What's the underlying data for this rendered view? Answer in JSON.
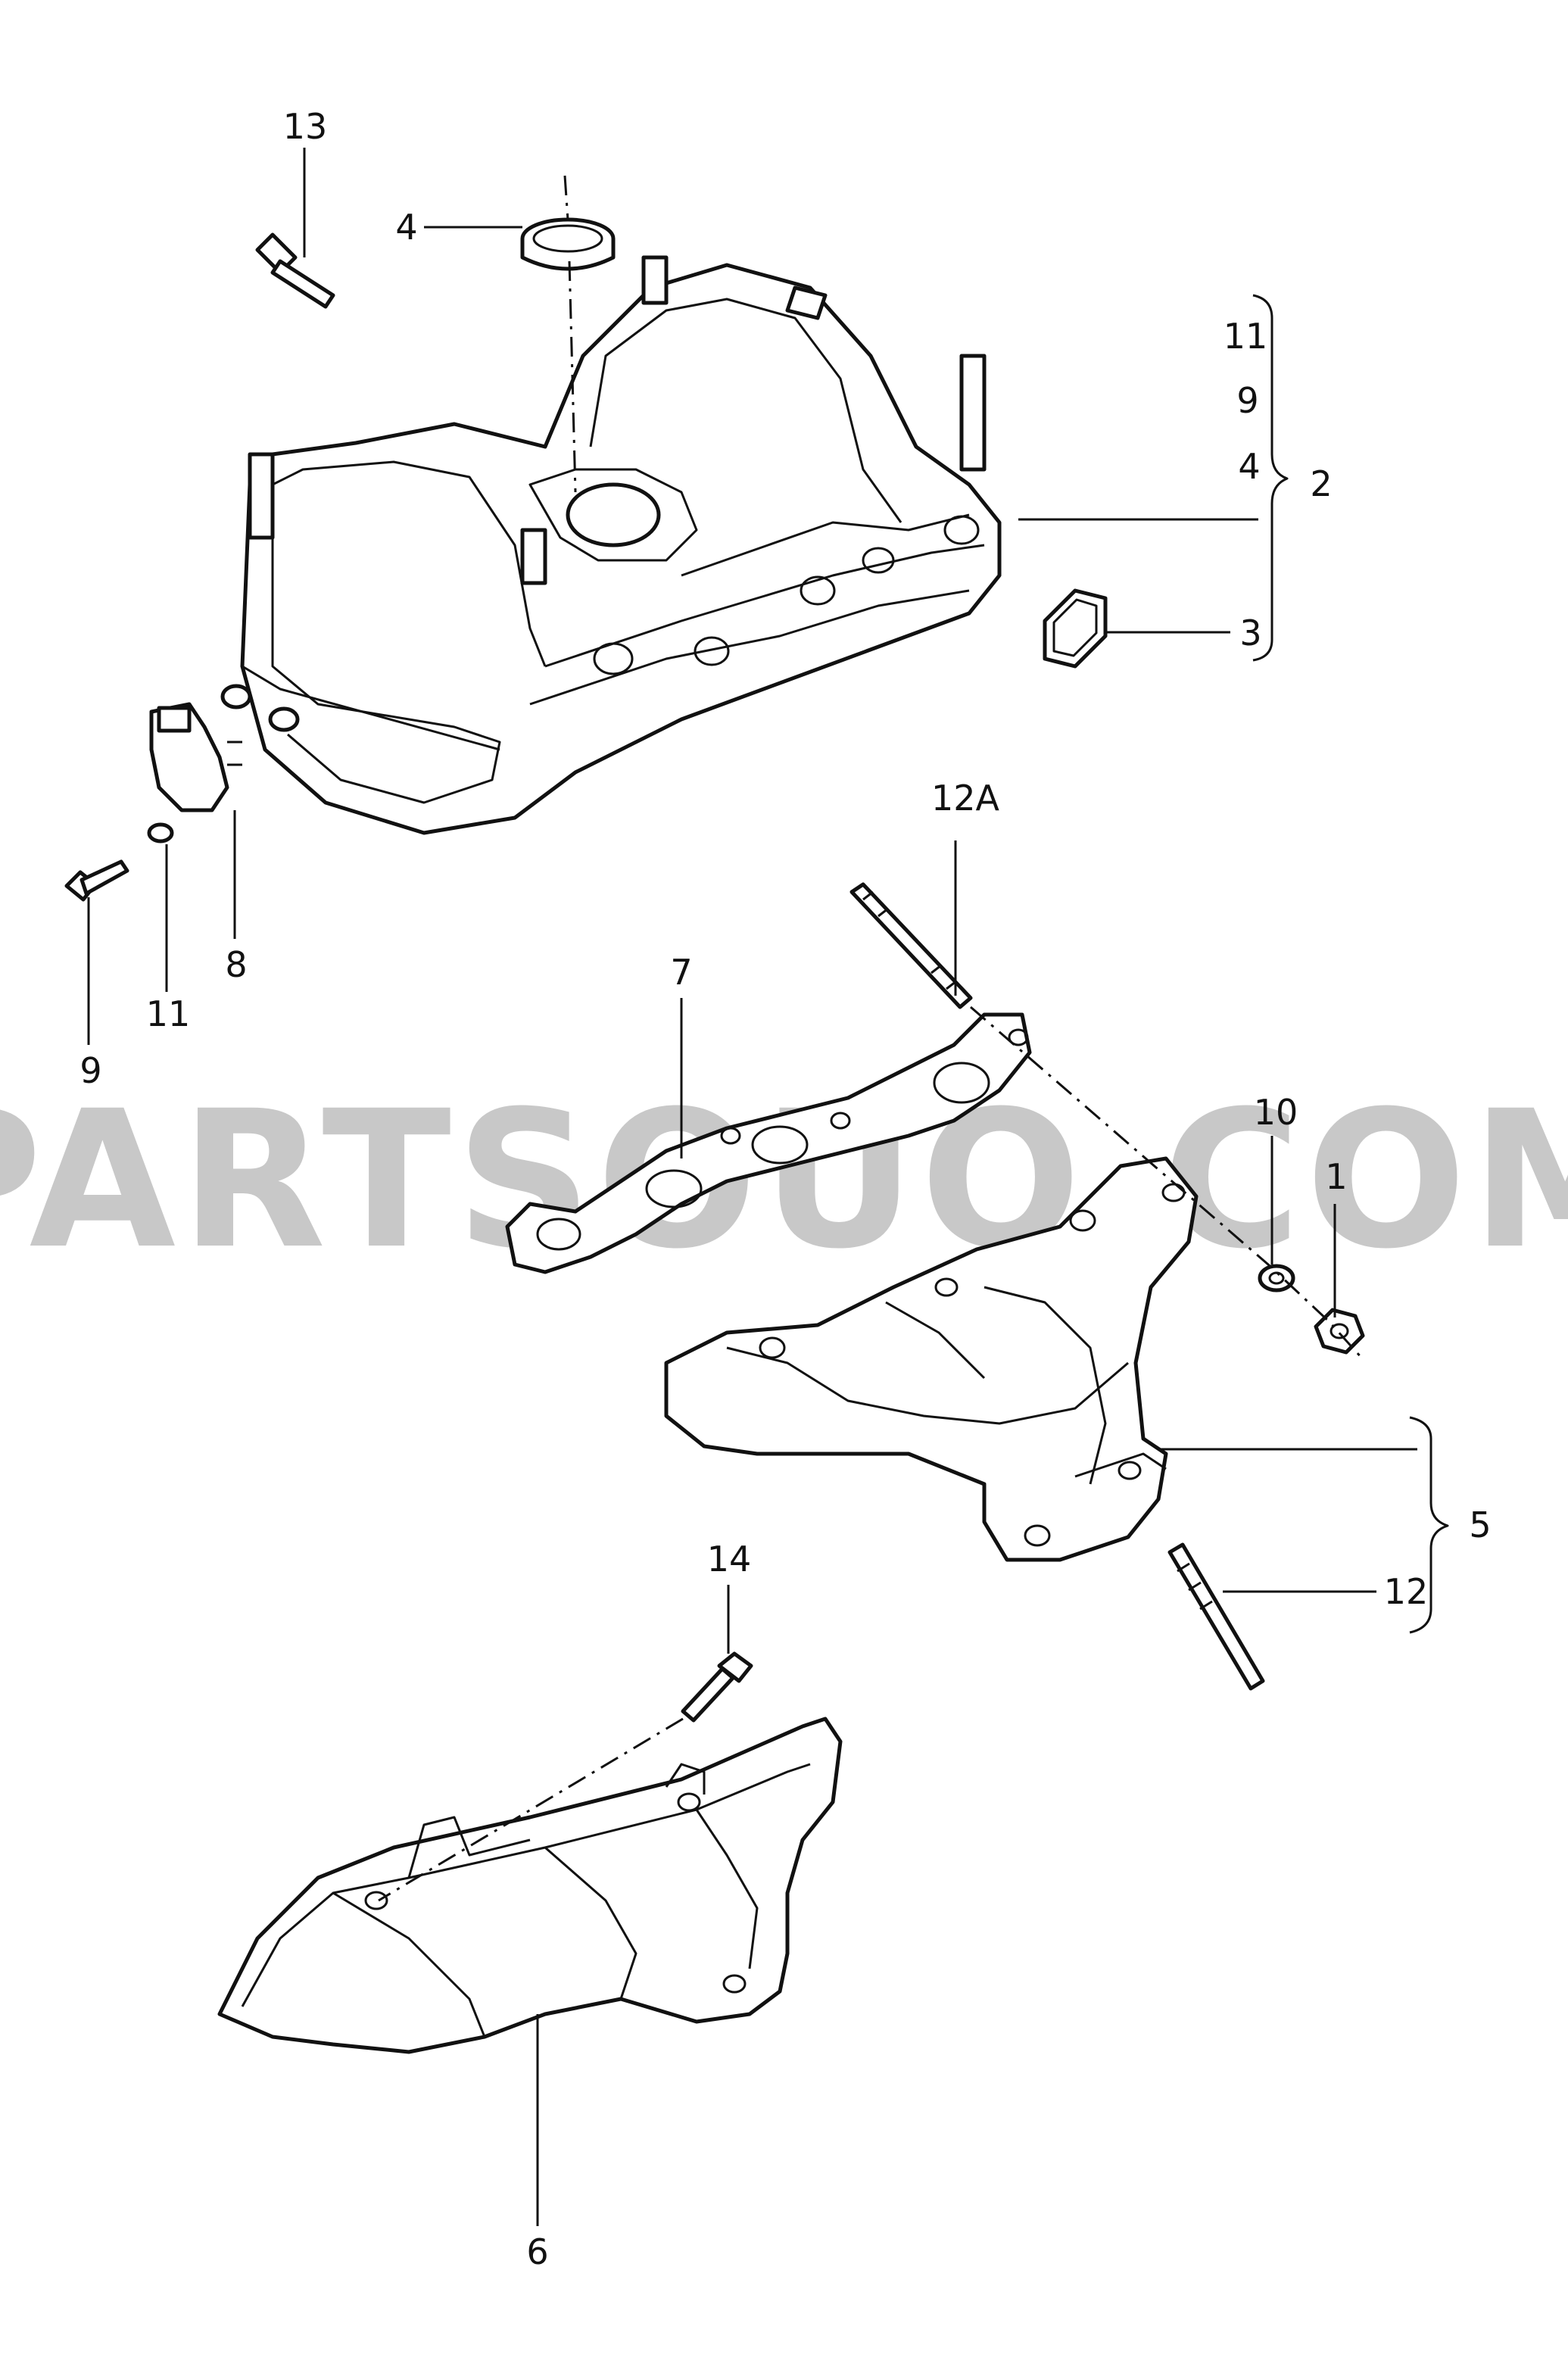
{
  "watermark": "PARTSOUQ.COM",
  "callouts": {
    "c1": "1",
    "c2": "2",
    "c3": "3",
    "c4": "4",
    "c4b": "4",
    "c5": "5",
    "c6": "6",
    "c7": "7",
    "c8": "8",
    "c9": "9",
    "c9b": "9",
    "c10": "10",
    "c11": "11",
    "c11b": "11",
    "c12": "12",
    "c12a": "12A",
    "c13": "13",
    "c14": "14"
  }
}
